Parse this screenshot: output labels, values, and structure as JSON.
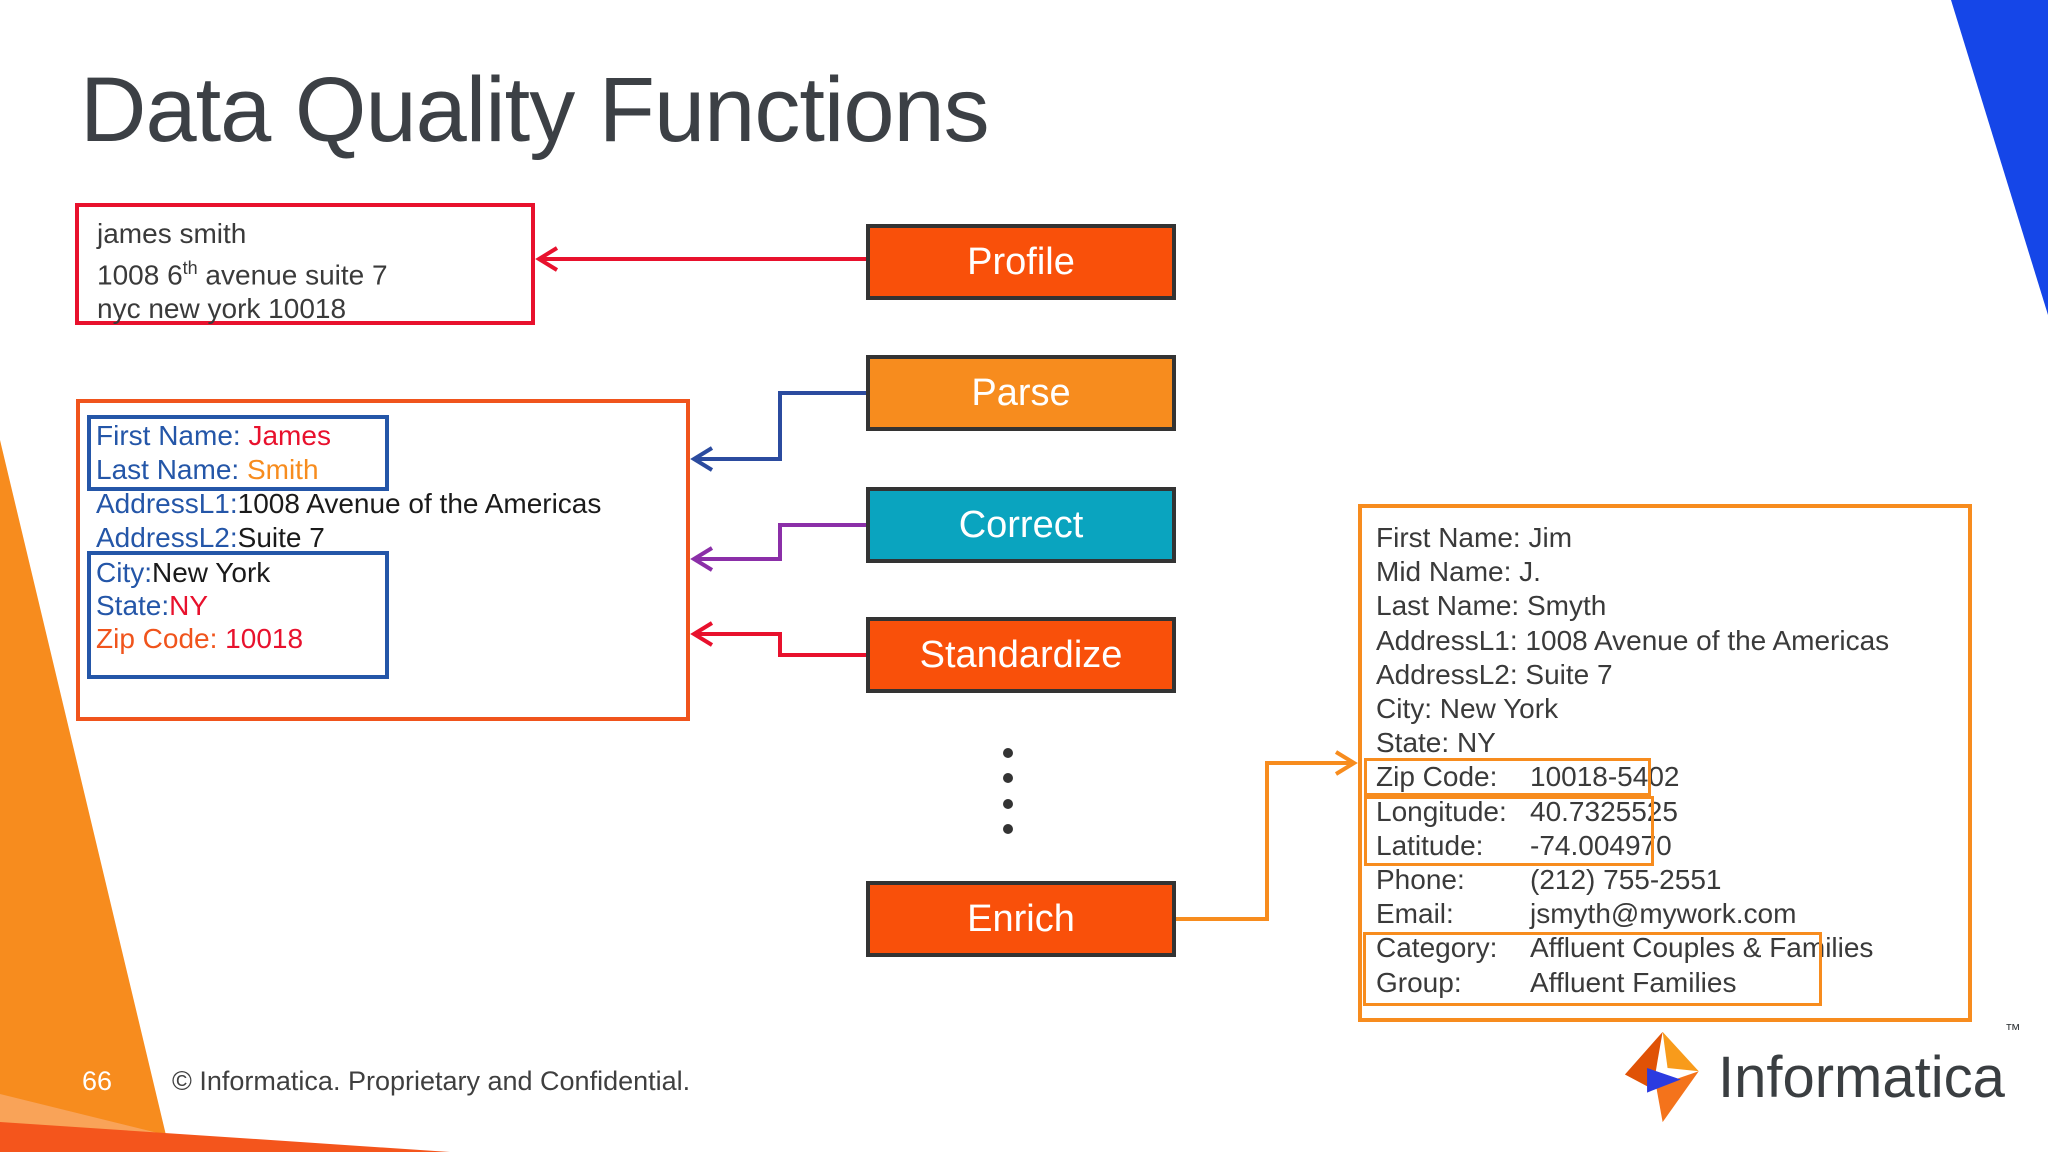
{
  "title": "Data Quality Functions",
  "palette": {
    "red": "#e8112d",
    "orange": "#f78c1e",
    "orange_red_fill": "#f9500a",
    "orange_red_border": "#f0541c",
    "teal": "#0aa4bf",
    "navy": "#2456a8",
    "purple": "#8b2fa8",
    "corner_blue": "#1546e8",
    "triangle_orange": "#f78c1e",
    "triangle_peach": "#f9a358",
    "triangle_orange_red": "#f4551c",
    "text_dark": "#3a3a3a",
    "title_gray": "#3c4045"
  },
  "raw_record_box": {
    "line1": "james smith",
    "line2_prefix": "1008 6",
    "line2_sup": "th",
    "line2_suffix": " avenue suite 7",
    "line3": "nyc new york 10018"
  },
  "functions": {
    "profile": "Profile",
    "parse": "Parse",
    "correct": "Correct",
    "standardize": "Standardize",
    "enrich": "Enrich"
  },
  "parsed_box": {
    "rows": [
      {
        "label": "First Name: ",
        "value": "James"
      },
      {
        "label": "Last Name: ",
        "value": "Smith"
      },
      {
        "label": "AddressL1:",
        "value": "1008 Avenue of the Americas"
      },
      {
        "label": "AddressL2:",
        "value": "Suite 7"
      },
      {
        "label": "City:",
        "value": "New York"
      },
      {
        "label": "State:",
        "value": "NY"
      },
      {
        "label": "Zip Code: ",
        "value": "10018"
      }
    ]
  },
  "enriched_box": {
    "rows": [
      {
        "label": "First Name: ",
        "value": "Jim"
      },
      {
        "label": "Mid Name: ",
        "value": "J."
      },
      {
        "label": "Last Name: ",
        "value": "Smyth"
      },
      {
        "label": "AddressL1: ",
        "value": "1008 Avenue of the Americas"
      },
      {
        "label": "AddressL2: ",
        "value": "Suite 7"
      },
      {
        "label": "City: ",
        "value": "New York"
      },
      {
        "label": "State: ",
        "value": "NY"
      },
      {
        "label": "Zip Code: ",
        "value": "10018-5402"
      },
      {
        "label": "Longitude: ",
        "value": "40.7325525"
      },
      {
        "label": "Latitude: ",
        "value": "-74.004970"
      },
      {
        "label": "Phone: ",
        "value": "(212) 755-2551"
      },
      {
        "label": "Email: ",
        "value": "jsmyth@mywork.com"
      },
      {
        "label": "Category: ",
        "value": "Affluent Couples & Families"
      },
      {
        "label": "Group: ",
        "value": "Affluent Families"
      }
    ]
  },
  "footer": {
    "page_number": "66",
    "copyright": "© Informatica. Proprietary and Confidential."
  },
  "logo": {
    "text": "Informatica",
    "tm": "™"
  }
}
